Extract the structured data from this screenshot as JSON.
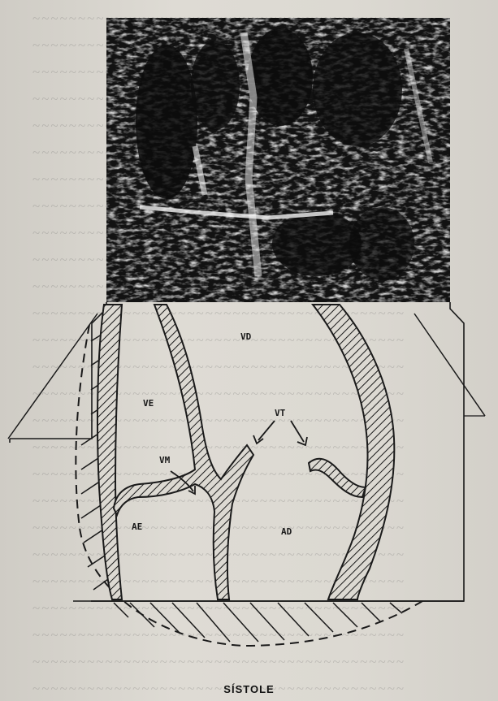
{
  "caption": "SÍSTOLE",
  "labels": {
    "vd": "VD",
    "ve": "VE",
    "vt": "VT",
    "vm": "VM",
    "ae": "AE",
    "ad": "AD"
  },
  "colors": {
    "ink": "#1a1a1a",
    "paper": "#dcd9d2",
    "echo_dark": "#121212",
    "echo_light": "#e6e6e6"
  }
}
